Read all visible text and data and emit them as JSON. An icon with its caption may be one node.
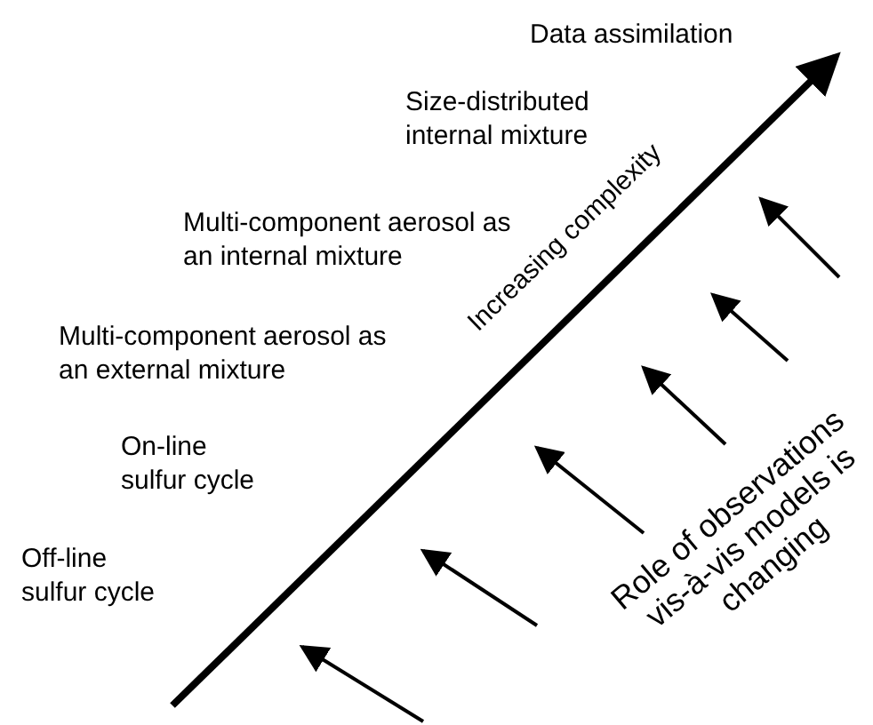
{
  "diagram": {
    "labels": [
      "Data assimilation",
      "Size-distributed internal mixture",
      "Multi-component aerosol as an internal mixture",
      "Multi-component aerosol as an external mixture",
      "On-line sulfur cycle",
      "Off-line sulfur cycle",
      "Increasing complexity",
      "Role of observations vis-à-vis models is changing"
    ]
  }
}
